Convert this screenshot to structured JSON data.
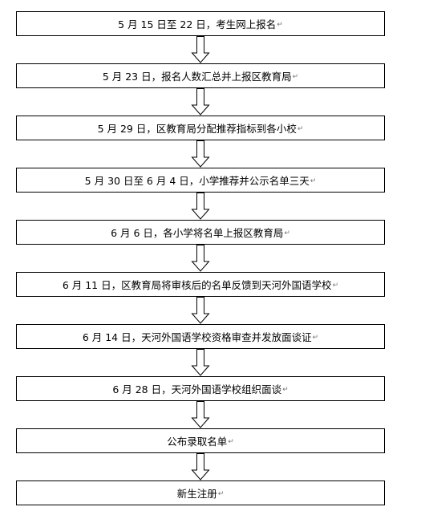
{
  "flowchart": {
    "paragraph_mark": "↵",
    "steps": [
      {
        "text": "5 月 15 日至 22 日，考生网上报名"
      },
      {
        "text": "5 月 23 日，报名人数汇总并上报区教育局"
      },
      {
        "text": "5 月 29 日，区教育局分配推荐指标到各小校"
      },
      {
        "text": "5 月 30 日至 6 月 4 日，小学推荐并公示名单三天"
      },
      {
        "text": "6 月 6 日，各小学将名单上报区教育局"
      },
      {
        "text": "6 月 11 日，区教育局将审核后的名单反馈到天河外国语学校"
      },
      {
        "text": "6 月 14 日，天河外国语学校资格审查并发放面谈证"
      },
      {
        "text": "6 月 28 日，天河外国语学校组织面谈"
      },
      {
        "text": "公布录取名单"
      },
      {
        "text": "新生注册"
      }
    ]
  }
}
